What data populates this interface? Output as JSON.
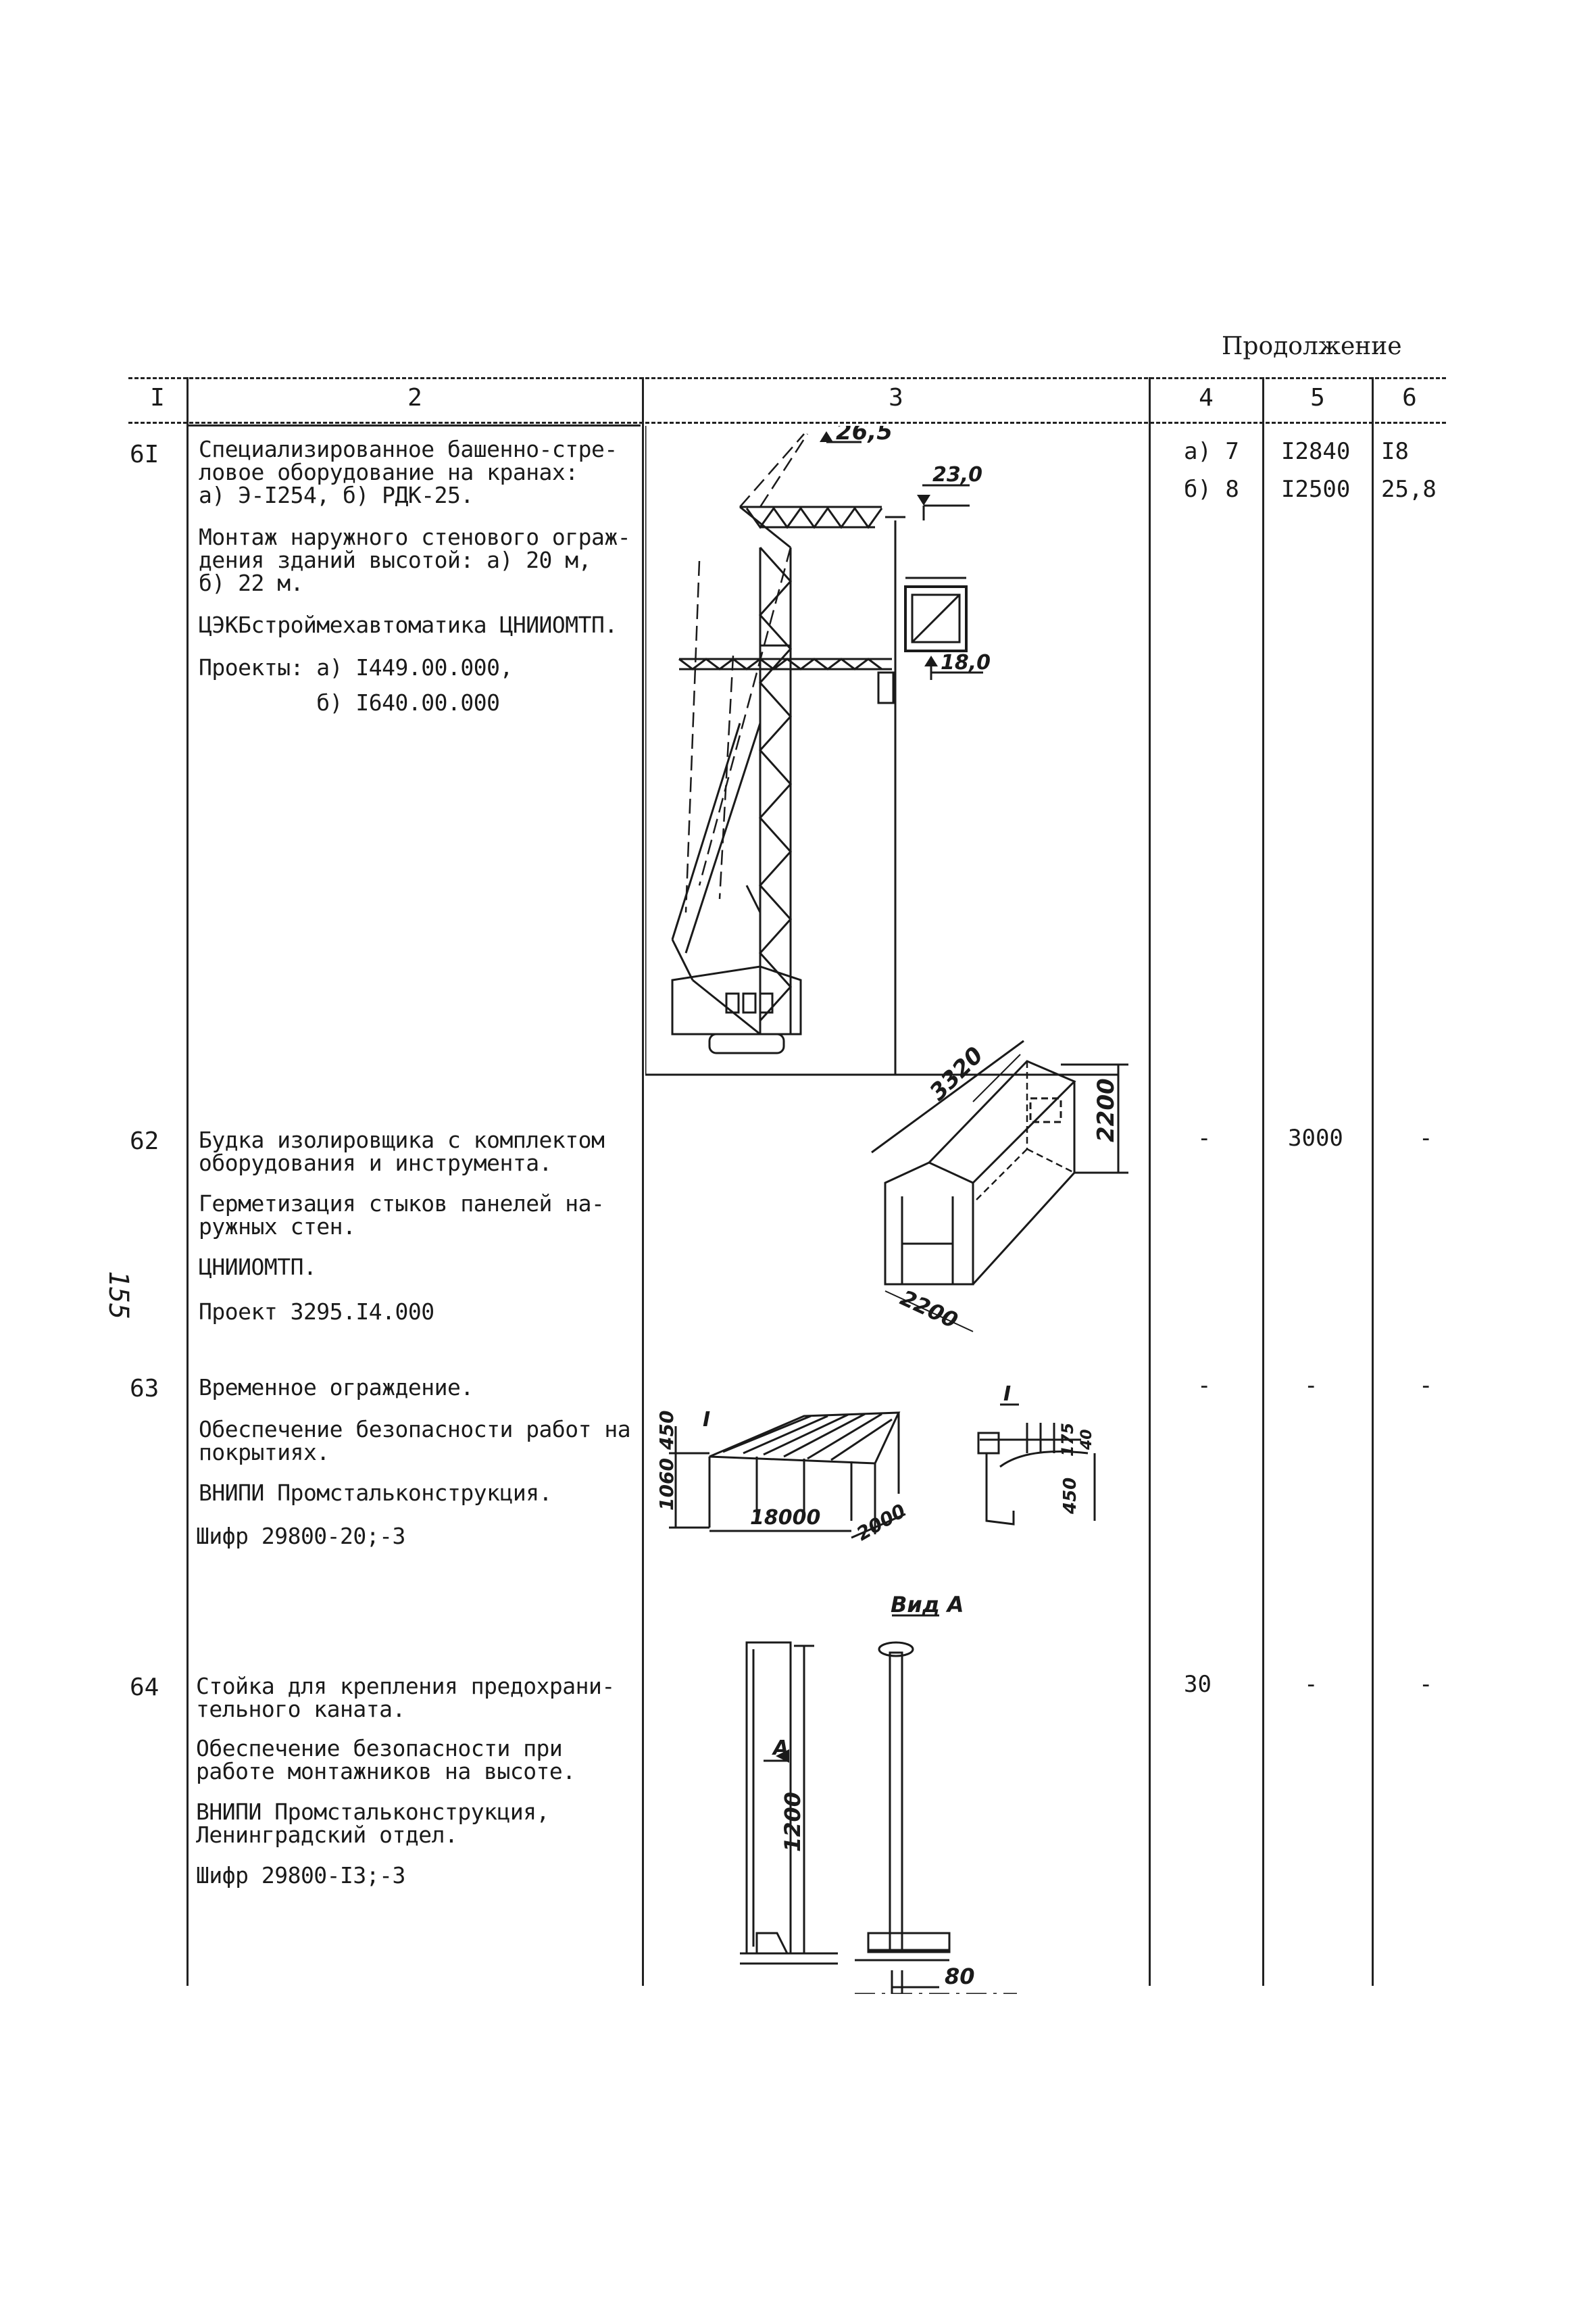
{
  "header": {
    "continuation": "Продолжение",
    "columns": [
      "I",
      "2",
      "3",
      "4",
      "5",
      "6"
    ]
  },
  "page_number": "155",
  "rows": [
    {
      "number": "6I",
      "description": "Специализированное башенно-стре-\nловое оборудование на кранах:\nа) Э-I254, б) РДК-25.",
      "purpose": "Монтаж наружного стенового ограж-\nдения зданий высотой: а) 20 м,\nб) 22 м.",
      "developer": "ЦЭКБстроймехавтоматика ЦНИИОМТП.",
      "project": "Проекты: а) I449.00.000,\n         б) I640.00.000",
      "col4": "а) 7\nб) 8",
      "col5": "I2840\nI2500",
      "col6": "I8\n25,8",
      "drawing_labels": [
        "26,5",
        "23,0",
        "18,0"
      ]
    },
    {
      "number": "62",
      "description": "Будка изолировщика с комплектом\nоборудования и инструмента.",
      "purpose": "Герметизация стыков панелей на-\nружных стен.",
      "developer": "ЦНИИОМТП.",
      "project": "Проект 3295.I4.000",
      "col4": "-",
      "col5": "3000",
      "col6": "-",
      "drawing_labels": [
        "3320",
        "2200",
        "2200"
      ]
    },
    {
      "number": "63",
      "description": "Временное ограждение.",
      "purpose": "Обеспечение безопасности работ на\nпокрытиях.",
      "developer": "ВНИПИ Промстальконструкция.",
      "project": "Шифр 29800-20;-3",
      "col4": "-",
      "col5": "-",
      "col6": "-",
      "drawing_labels": [
        "I",
        "450",
        "1060",
        "18000",
        "2000",
        "I",
        "175",
        "40",
        "450"
      ]
    },
    {
      "number": "64",
      "description": "Стойка для крепления предохрани-\nтельного каната.",
      "purpose": "Обеспечение безопасности при\nработе монтажников на высоте.",
      "developer": "ВНИПИ Промстальконструкция,\nЛенинградский отдел.",
      "project": "Шифр 29800-I3;-3",
      "col4": "30",
      "col5": "-",
      "col6": "-",
      "drawing_labels": [
        "Вид А",
        "А",
        "1200",
        "80"
      ]
    }
  ]
}
